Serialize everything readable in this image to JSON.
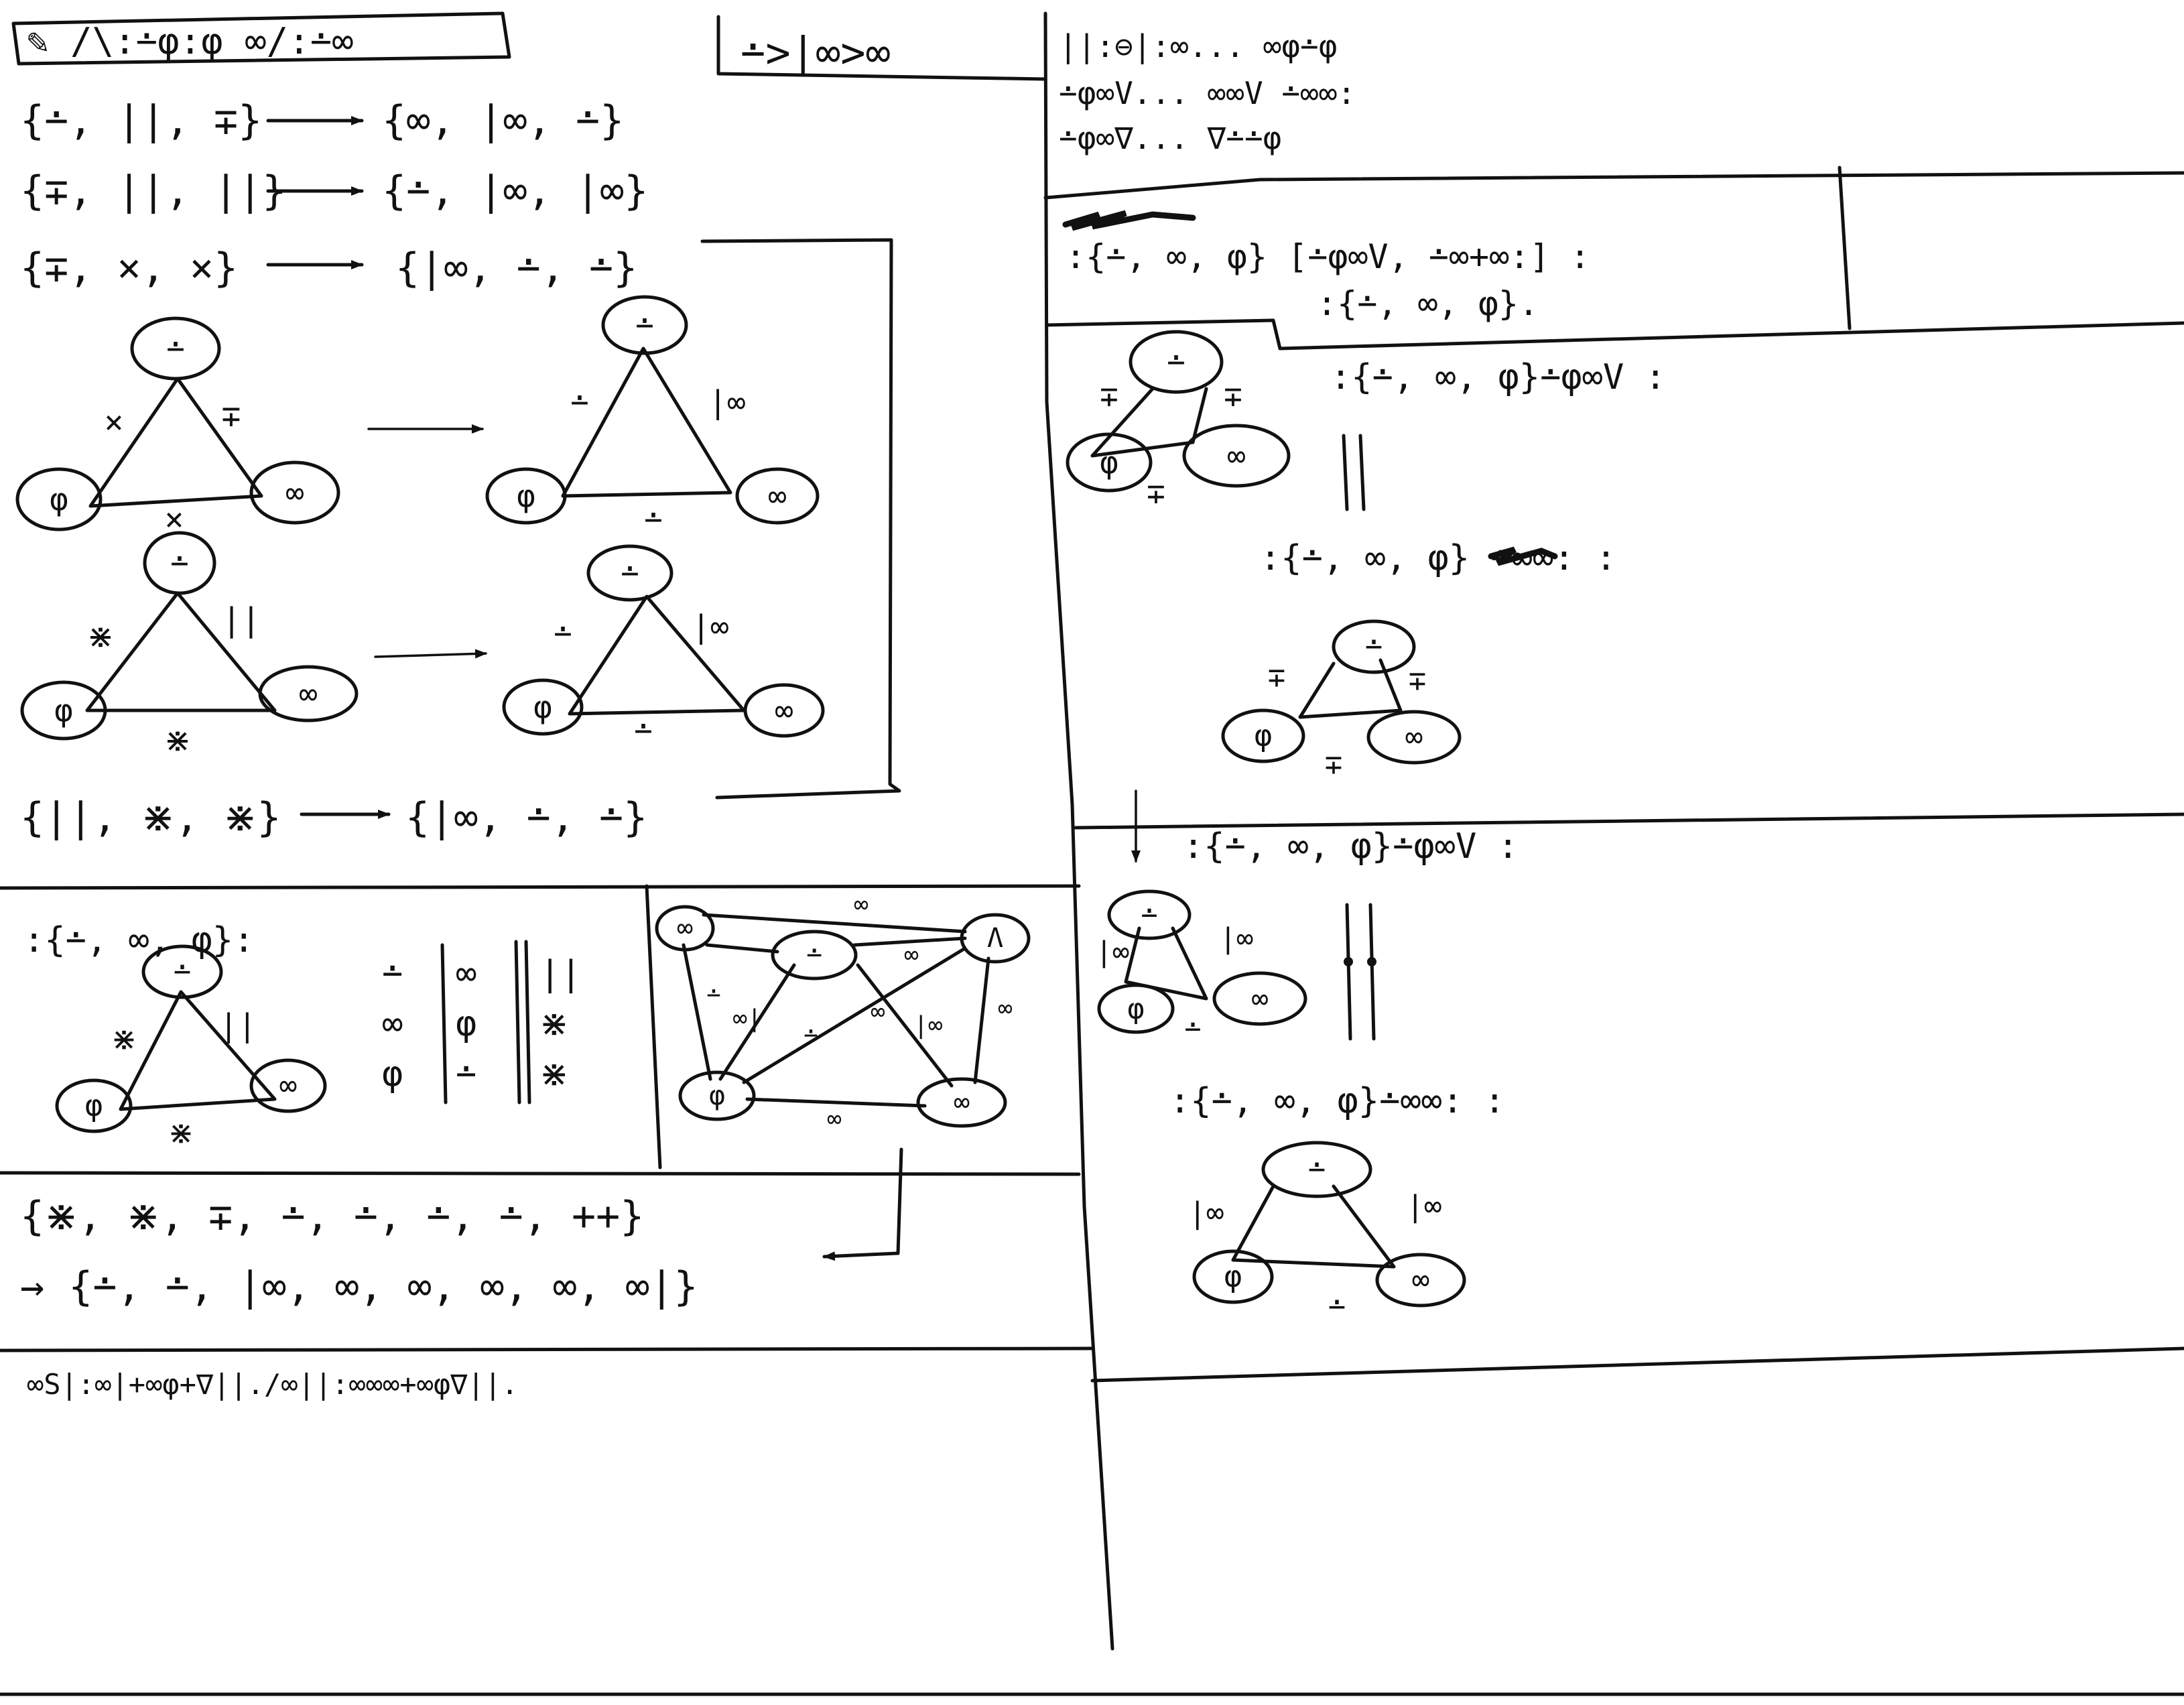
{
  "header": {
    "title": "✎ /\\:∸φ:φ ∞/:∸∞",
    "boxed_code": "∸>|∞>∞"
  },
  "top_right_notes": [
    "||:⊖|:∞... ∞φ∸φ",
    "∸φ∞V... ∞∞V ∸∞∞:",
    "∸φ∞∇... ∇∸∸φ"
  ],
  "mapping_rules": [
    {
      "from": "{∸, ||, ∓}",
      "to": "{∞, |∞, ∸}"
    },
    {
      "from": "{∓, ||, ||}",
      "to": "{∸, |∞, |∞}"
    },
    {
      "from": "{∓, ×, ×}",
      "to": "{|∞, ∸, ∸}"
    }
  ],
  "bottom_rule": {
    "from": "{||, ⋇, ⋇}",
    "to": "{|∞, ∸, ∸}"
  },
  "triangles": {
    "t1": {
      "top": "∸",
      "left": "φ",
      "right": "∞",
      "e_left": "×",
      "e_right": "∓",
      "e_bottom": "×"
    },
    "t1_out": {
      "top": "∸",
      "left": "φ",
      "right": "∞",
      "e_left": "∸",
      "e_right": "|∞",
      "e_bottom": "∸"
    },
    "t2": {
      "top": "∸",
      "left": "φ",
      "right": "∞",
      "e_left": "⋇",
      "e_right": "||",
      "e_bottom": "⋇"
    },
    "t2_out": {
      "top": "∸",
      "left": "φ",
      "right": "∞",
      "e_left": "∸",
      "e_right": "|∞",
      "e_bottom": "∸"
    }
  },
  "lower_panel": {
    "set_label": ":{∸, ∞, φ}:",
    "tri": {
      "top": "∸",
      "left": "φ",
      "right": "∞",
      "e_left": "⋇",
      "e_right": "||",
      "e_bottom": "⋇"
    },
    "table_rows": [
      {
        "a": "∸",
        "b": "∞",
        "c": "||"
      },
      {
        "a": "∞",
        "b": "φ",
        "c": "⋇"
      },
      {
        "a": "φ",
        "b": "∸",
        "c": "⋇"
      }
    ],
    "graph": {
      "nodes": {
        "tl": "∞",
        "center": "∸",
        "tr": "Λ",
        "bl": "φ",
        "br": "∞"
      },
      "edges": {
        "top": "∞",
        "tl_bl": "∸",
        "c_tr": "∞",
        "c_bl": "∸",
        "c_br": "|∞",
        "tr_br": "∞",
        "bottom": "∞",
        "tl_c": "∞|",
        "bl_tr": "∞"
      }
    }
  },
  "long_rule": {
    "from": "{⋇, ⋇, ∓, ∸, ∸, ∸, ∸, ++}",
    "to": "→ {∸, ∸, |∞, ∞, ∞, ∞, ∞, ∞|}"
  },
  "footer_text": "∞S|:∞|+∞φ+∇||./∞||:∞∞∞+∞φ∇||.",
  "right_panel": {
    "box_line1": ":{∸, ∞, φ} [∸φ∞V, ∸∞+∞:] :",
    "box_line2": ":{∸, ∞, φ}.",
    "s1_label": ":{∸, ∞, φ}∸φ∞V :",
    "s1_tri": {
      "top": "∸",
      "left": "φ",
      "right": "∞",
      "e_left": "∓",
      "e_right": "∓",
      "e_bottom": "∓"
    },
    "s2_label": ":{∸, ∞, φ} ∸∞∞: :",
    "s2_tri": {
      "top": "∸",
      "left": "φ",
      "right": "∞",
      "e_left": "∓",
      "e_right": "∓",
      "e_bottom": "∓"
    },
    "s3_label": ":{∸, ∞, φ}∸φ∞V :",
    "s3_tri": {
      "top": "∸",
      "left": "φ",
      "right": "∞",
      "e_left": "|∞",
      "e_right": "|∞",
      "e_bottom": "∸"
    },
    "s4_label": ":{∸, ∞, φ}∸∞∞: :",
    "s4_tri": {
      "top": "∸",
      "left": "φ",
      "right": "∞",
      "e_left": "|∞",
      "e_right": "|∞",
      "e_bottom": "∸"
    }
  }
}
